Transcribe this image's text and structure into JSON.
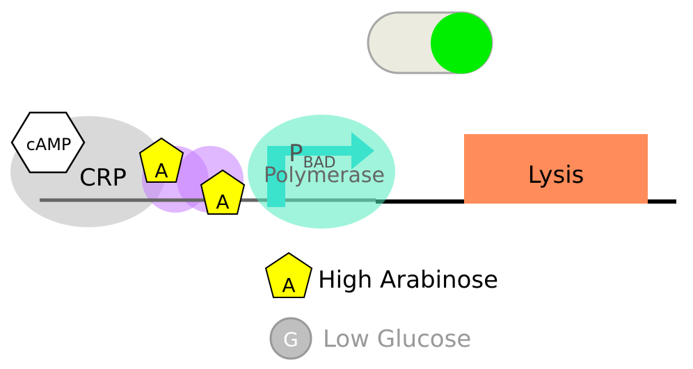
{
  "toggle": {
    "state": "on",
    "track_color": "#ebebdf",
    "knob_color": "#00ee00"
  },
  "diagram": {
    "camp_label": "cAMP",
    "crp_label": "CRP",
    "arabinose_symbol": "A",
    "promoter": {
      "main": "P",
      "subscript": "BAD"
    },
    "polymerase_label": "Polymerase",
    "gene_label": "Lysis"
  },
  "legend": {
    "arabinose": {
      "symbol": "A",
      "label": "High Arabinose"
    },
    "glucose": {
      "symbol": "G",
      "label": "Low Glucose"
    }
  },
  "colors": {
    "crp": "#d9d9d9",
    "arac": "#c77dff",
    "arabinose": "#ffff00",
    "polymerase": "#52ebbd",
    "promoter_arrow": "#1fd9df",
    "gene": "#ff8c5a",
    "dna": "#000000",
    "glucose": "#bfbfbf"
  }
}
